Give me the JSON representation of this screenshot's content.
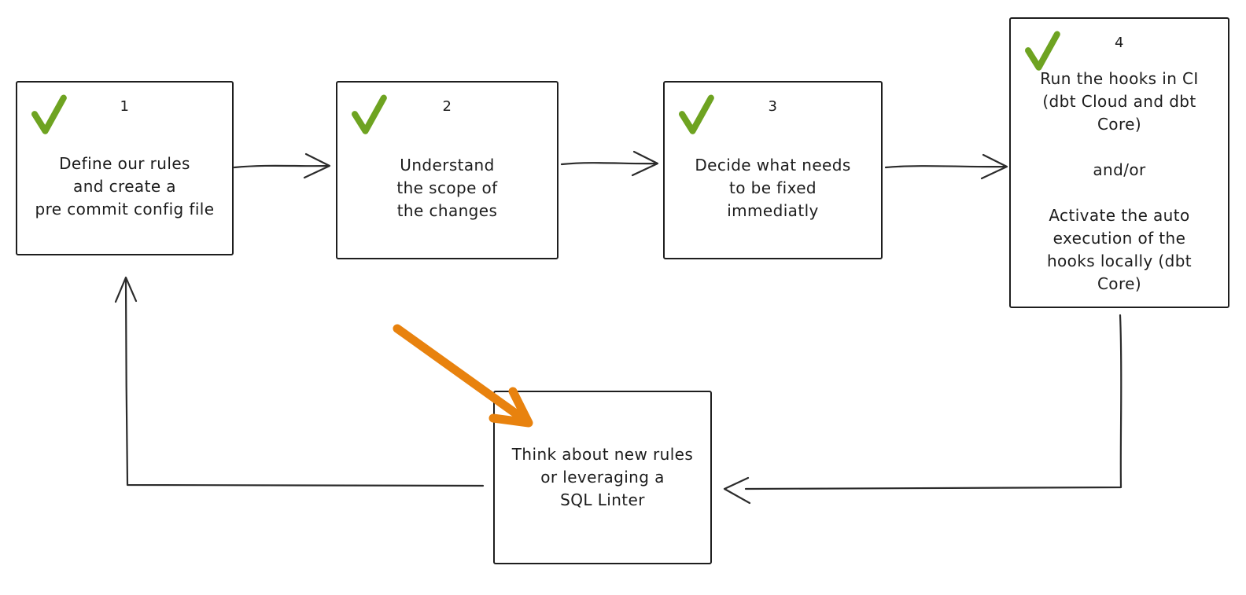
{
  "title": "pre-commit workflow diagram",
  "colors": {
    "background": "#ffffff",
    "ink": "#2b2b2b",
    "box_border": "#1e1e1e",
    "check_green": "#6ea321",
    "arrow_orange": "#e8820e"
  },
  "steps": [
    {
      "number": "1",
      "checked": true,
      "text": "Define our rules\nand create a\npre commit config file"
    },
    {
      "number": "2",
      "checked": true,
      "text": "Understand\nthe scope of\nthe changes"
    },
    {
      "number": "3",
      "checked": true,
      "text": "Decide what needs\nto be fixed\nimmediatly"
    },
    {
      "number": "4",
      "checked": true,
      "text": "Run the hooks in CI\n(dbt Cloud and dbt\nCore)\n\nand/or\n\nActivate the auto\nexecution of the\nhooks locally (dbt\nCore)"
    }
  ],
  "feedback_box": {
    "text": "Think about new rules\nor leveraging a\nSQL Linter"
  }
}
